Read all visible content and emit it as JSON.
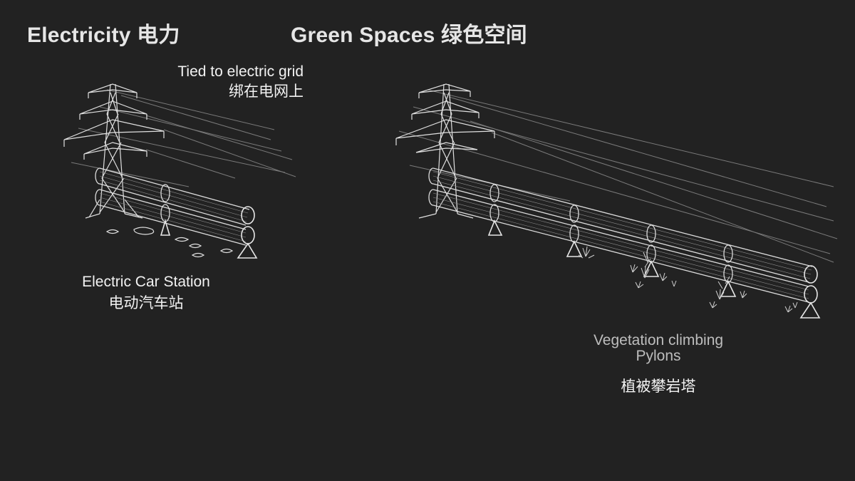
{
  "titles": {
    "electricity": "Electricity 电力",
    "green_spaces": "Green Spaces 绿色空间"
  },
  "labels": {
    "grid_en": "Tied to electric grid",
    "grid_zh": "绑在电网上",
    "car_en": "Electric Car Station",
    "car_zh": "电动汽车站",
    "veg_en_1": "Vegetation climbing",
    "veg_en_2": "Pylons",
    "veg_zh": "植被攀岩塔"
  }
}
